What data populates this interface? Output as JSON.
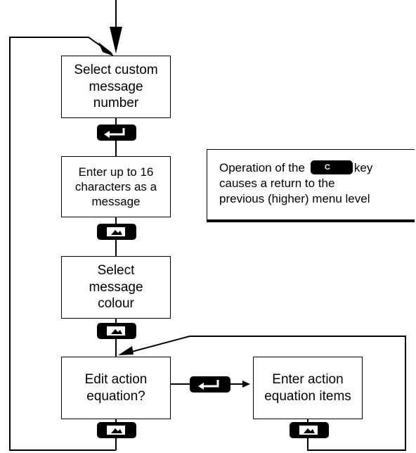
{
  "steps": {
    "select_custom_message": "Select custom\nmessage\nnumber",
    "enter_characters": "Enter up to 16\ncharacters as a\nmessage",
    "select_colour": "Select\nmessage\ncolour",
    "edit_action": "Edit action\nequation?",
    "enter_action_items": "Enter action\nequation items"
  },
  "note": {
    "line1_before": "Operation of the",
    "key_label": "C",
    "line1_after": "key",
    "line2": "causes a return to the",
    "line3": "previous (higher) menu level"
  },
  "icons": {
    "enter_key": "enter-key-icon",
    "step_key": "step-key-icon",
    "c_key": "c-key-icon"
  }
}
